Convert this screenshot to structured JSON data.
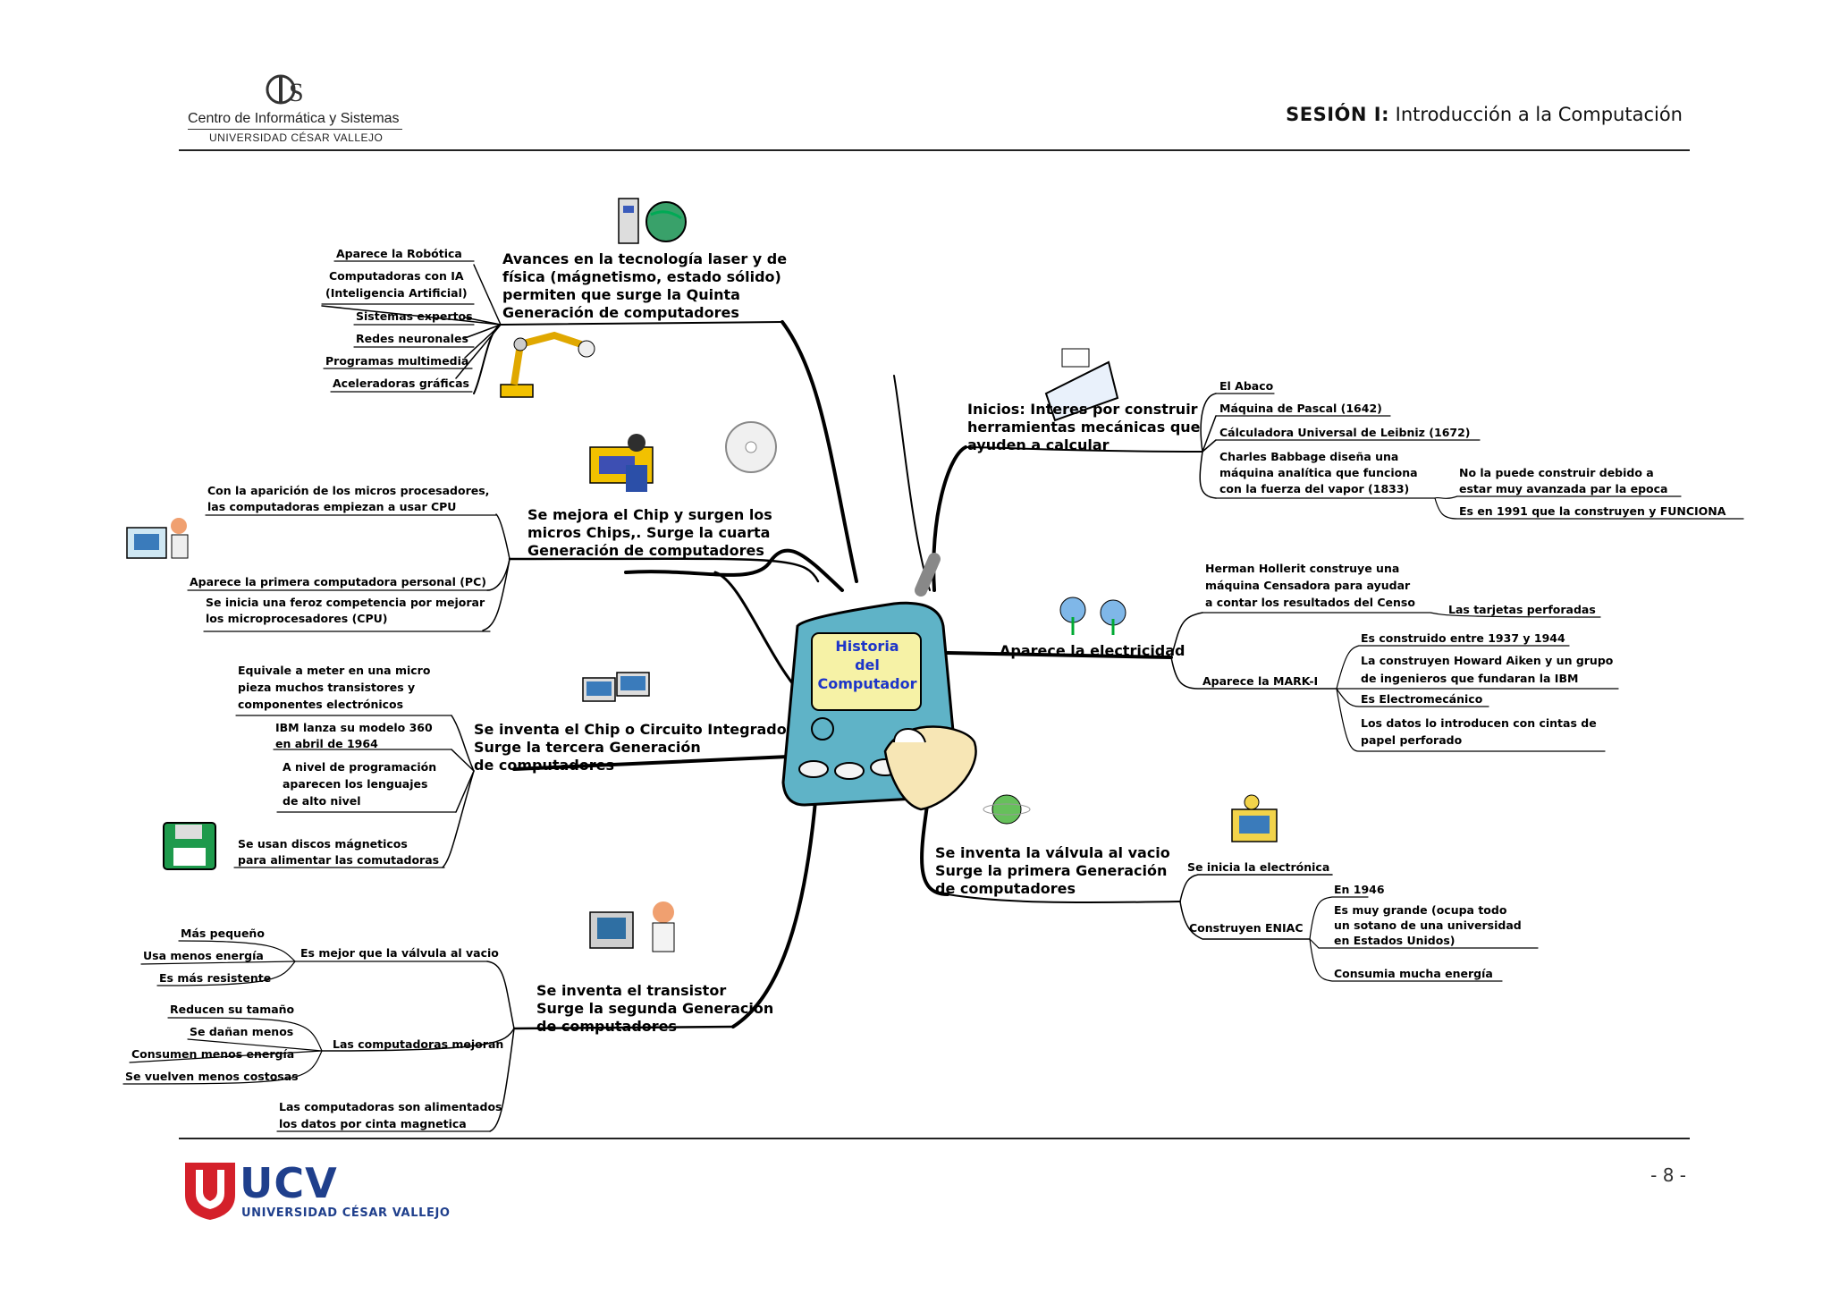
{
  "header": {
    "institution_name": "Centro de Informática y Sistemas",
    "university_small": "UNIVERSIDAD CÉSAR VALLEJO",
    "session_label": "SESIÓN I:",
    "session_title": " Introducción a la Computación"
  },
  "footer": {
    "logo_text": "UCV",
    "logo_subtitle": "UNIVERSIDAD CÉSAR VALLEJO",
    "page_number": "- 8 -"
  },
  "mindmap": {
    "center": [
      "Historia",
      "del",
      "Computador"
    ],
    "fifth": {
      "title": [
        "Avances en la tecnología laser y de",
        "física (mágnetismo, estado sólido)",
        "permiten que surge la Quinta",
        "Generación de computadores"
      ],
      "items": [
        "Aparece la Robótica",
        "Computadoras con IA",
        "(Inteligencia Artificial)",
        "Sistemas expertos",
        "Redes neuronales",
        "Programas multimedia",
        "Aceleradoras gráficas"
      ]
    },
    "fourth": {
      "title": [
        "Se mejora el Chip y surgen los",
        "micros Chips,. Surge la cuarta",
        "Generación de computadores"
      ],
      "items": [
        "Con la aparición de los micros procesadores,",
        "las computadoras empiezan a usar CPU",
        "Aparece la primera computadora personal (PC)",
        "Se inicia una feroz competencia por mejorar",
        "los microprocesadores (CPU)"
      ]
    },
    "third": {
      "title": [
        "Se inventa el Chip o Circuito Integrado",
        "Surge la tercera Generación",
        "de computadores"
      ],
      "items": [
        "Equivale a meter en una micro",
        "pieza muchos transistores y",
        "componentes electrónicos",
        "IBM lanza su modelo 360",
        "en abril de 1964",
        "A nivel de programación",
        "aparecen los lenguajes",
        "de alto nivel",
        "Se usan discos mágneticos",
        "para alimentar las comutadoras"
      ]
    },
    "second": {
      "title": [
        "Se inventa el transistor",
        "Surge la segunda Generación",
        "de computadores"
      ],
      "better": "Es mejor que la válvula al vacio",
      "better_items": [
        "Más pequeño",
        "Usa menos energía",
        "Es más resistente"
      ],
      "improve": "Las computadoras mejoran",
      "improve_items": [
        "Reducen su tamaño",
        "Se dañan menos",
        "Consumen menos energía",
        "Se vuelven menos costosas"
      ],
      "tape": [
        "Las computadoras son alimentados",
        "los datos por cinta magnetica"
      ]
    },
    "beginnings": {
      "title": [
        "Inicios: Interes por construir",
        "herramientas mecánicas que",
        "ayuden a calcular"
      ],
      "items": [
        "El Abaco",
        "Máquina de Pascal (1642)",
        "Cálculadora Universal de Leibniz (1672)",
        "Charles Babbage diseña una",
        "máquina analítica que funciona",
        "con la fuerza del vapor (1833)"
      ],
      "sub": [
        "No la puede construir debido a",
        "estar muy avanzada par la epoca",
        "Es en 1991 que la construyen y FUNCIONA"
      ]
    },
    "electricity": {
      "title": "Aparece la electricidad",
      "hollerit": [
        "Herman Hollerit construye una",
        "máquina Censadora para ayudar",
        "a contar los resultados del Censo"
      ],
      "cards": "Las tarjetas perforadas",
      "mark": "Aparece la MARK-I",
      "mark_items": [
        "Es construido entre 1937 y 1944",
        "La construyen Howard Aiken y un grupo",
        "de ingenieros que fundaran la IBM",
        "Es Electromecánico",
        "Los datos lo introducen con cintas de",
        "papel perforado"
      ]
    },
    "first": {
      "title": [
        "Se inventa la válvula al vacio",
        "Surge la primera Generación",
        "de computadores"
      ],
      "electronics": "Se inicia la electrónica",
      "eniac": "Construyen ENIAC",
      "eniac_items": [
        "En 1946",
        "Es muy grande (ocupa todo",
        "un sotano de una  universidad",
        "en Estados Unidos)",
        "Consumia mucha energía"
      ]
    }
  },
  "colors": {
    "logo_red": "#d4202a",
    "logo_blue": "#1f3f8c",
    "center_title": "#1d35c9",
    "phone_body": "#5fb3c7"
  }
}
